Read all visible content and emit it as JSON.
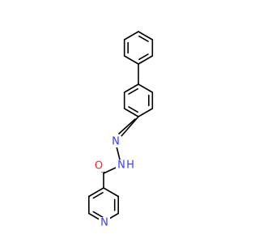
{
  "molecule": {
    "atoms": [
      {
        "id": "N1",
        "label": "N",
        "color": "#3b3bff"
      },
      {
        "id": "N2",
        "label": "N",
        "color": "#3b3bff"
      },
      {
        "id": "NH",
        "label": "H",
        "color": "#3b3bff"
      },
      {
        "id": "O",
        "label": "O",
        "color": "#ff2020"
      },
      {
        "id": "Npy",
        "label": "N",
        "color": "#3b3bff"
      }
    ]
  },
  "colors": {
    "bond": "#000000",
    "nitrogen": "#3b3bff",
    "oxygen": "#ff2020",
    "background": "#ffffff"
  }
}
